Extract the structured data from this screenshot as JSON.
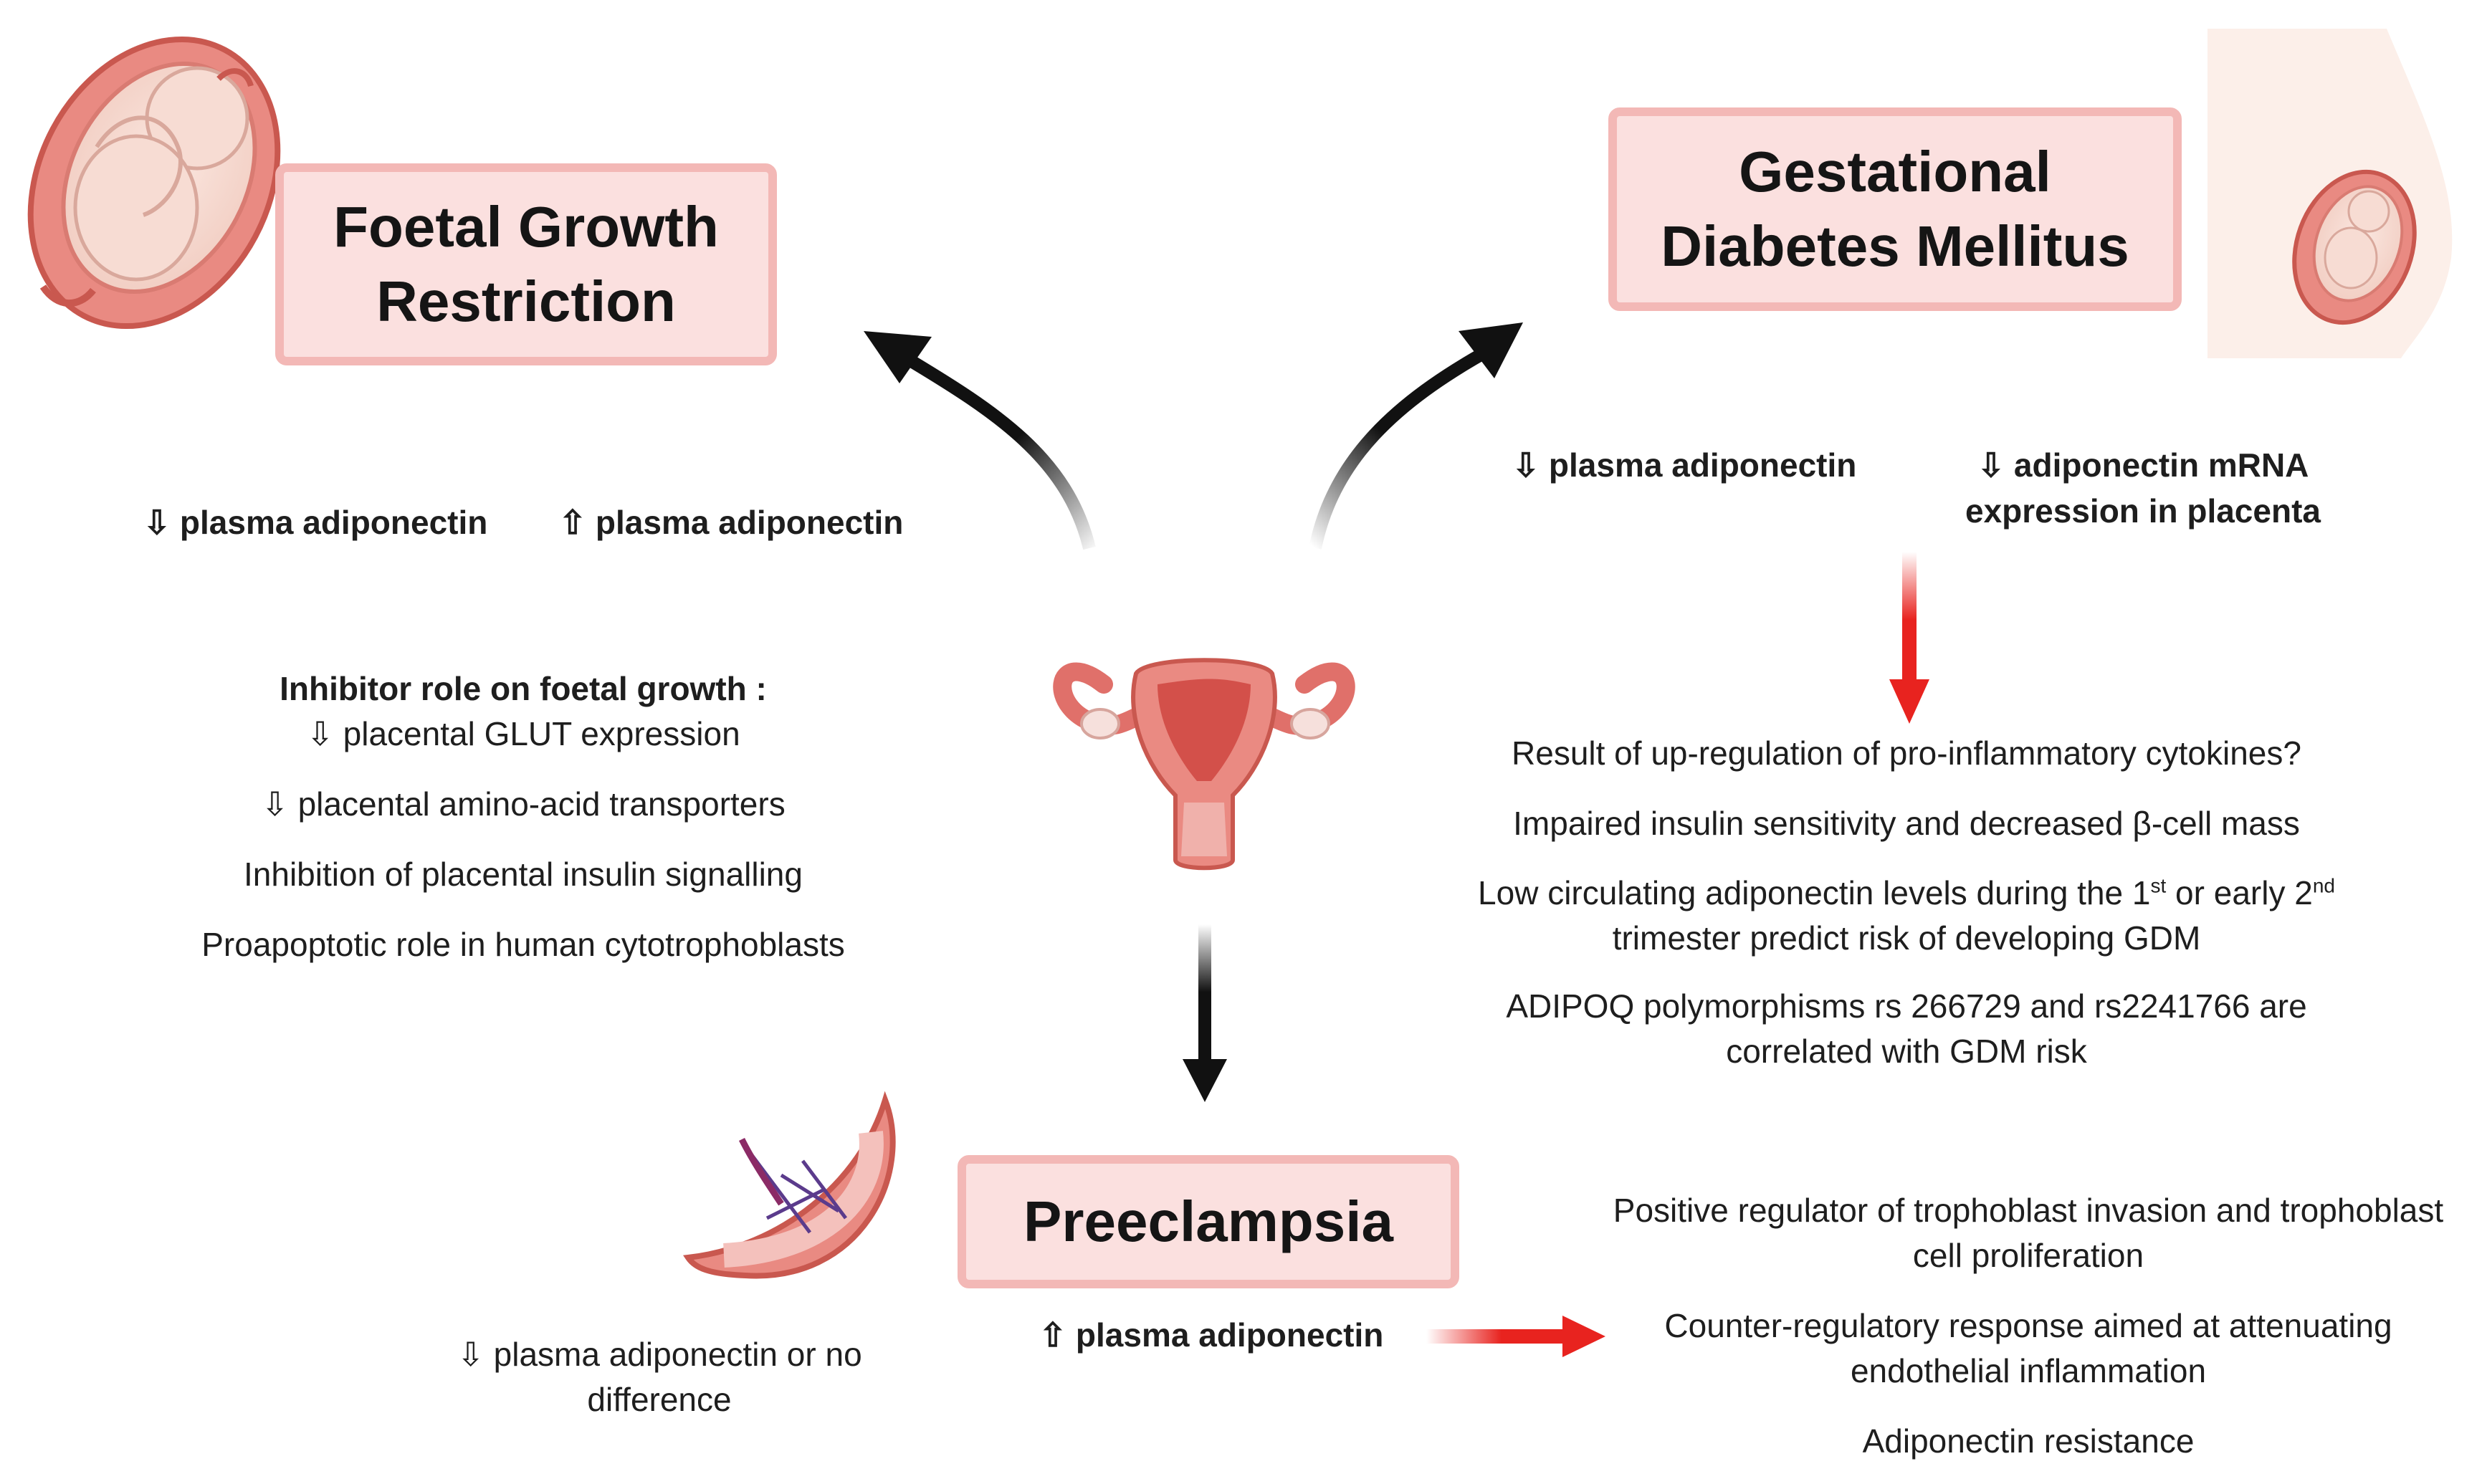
{
  "fgr": {
    "title_line1": "Foetal Growth",
    "title_line2": "Restriction",
    "plasma_down": "⇩ plasma adiponectin",
    "plasma_up": "⇧ plasma adiponectin",
    "role_heading": "Inhibitor role on foetal growth :",
    "items": [
      "⇩ placental GLUT expression",
      "⇩ placental amino-acid transporters",
      "Inhibition of placental insulin signalling",
      "Proapoptotic role in human cytotrophoblasts"
    ]
  },
  "gdm": {
    "title_line1": "Gestational",
    "title_line2": "Diabetes Mellitus",
    "plasma_down": "⇩ plasma adiponectin",
    "mrna_line1": "⇩ adiponectin mRNA",
    "mrna_line2": "expression in placenta",
    "items": [
      "Result of up-regulation of pro-inflammatory cytokines?",
      "Impaired insulin sensitivity and decreased β-cell mass",
      "ADIPOQ polymorphisms rs 266729 and rs2241766 are",
      "correlated with GDM risk"
    ],
    "low_circ_a": "Low circulating adiponectin levels during the 1",
    "low_circ_sup1": "st",
    "low_circ_b": " or early 2",
    "low_circ_sup2": "nd",
    "low_circ_line2": "trimester predict risk of developing GDM"
  },
  "pe": {
    "title": "Preeclampsia",
    "plasma_up": "⇧ plasma adiponectin",
    "placenta_line1": "⇩ plasma adiponectin or no",
    "placenta_line2": "difference",
    "items": [
      "Positive regulator of trophoblast invasion and trophoblast",
      "cell proliferation",
      "Counter-regulatory response aimed at attenuating",
      "endothelial inflammation",
      "Adiponectin resistance"
    ]
  },
  "colors": {
    "box_fill": "#fbe0df",
    "box_border": "#f3b8b6",
    "red_arrow": "#e8231f",
    "black_arrow": "#111111",
    "organ_red": "#e0706a"
  }
}
